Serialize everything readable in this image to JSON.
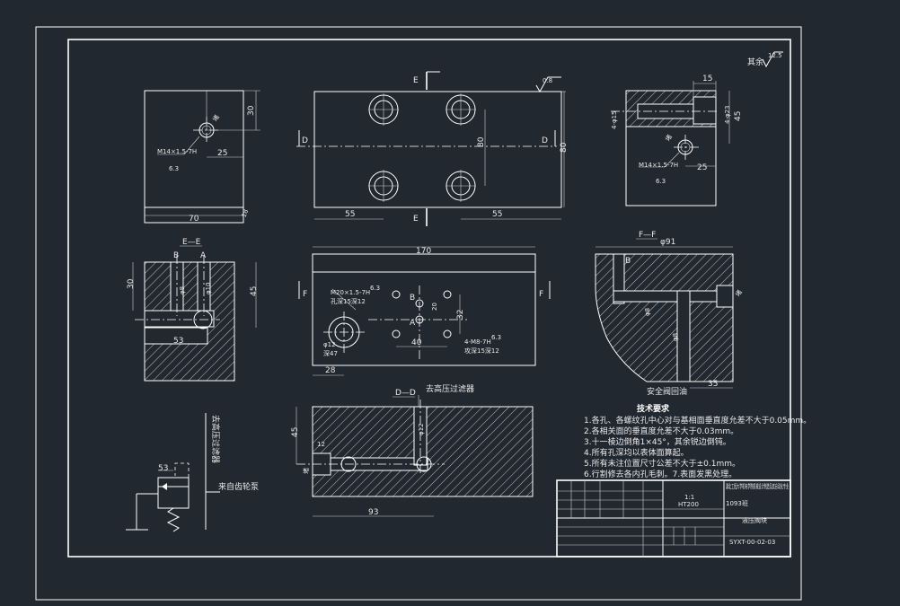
{
  "roughness_note": {
    "label": "其余",
    "value": "12.5"
  },
  "views": {
    "left_top": {
      "thread": "M14×1.5-7H",
      "rough": "6.3",
      "dims": [
        "30",
        "25",
        "70",
        "18"
      ],
      "mark": "堵"
    },
    "front": {
      "section_label_top": "E",
      "section_label_bottom": "E",
      "side_label": "D",
      "rough": "0.8",
      "dims": [
        "55",
        "55",
        "80",
        "80"
      ]
    },
    "right_top": {
      "dims": [
        "15",
        "4-φ23",
        "4-φ15",
        "45",
        "25"
      ],
      "thread": "M14×1.5-7H",
      "rough": "6.3",
      "mark": "堵"
    },
    "ee": {
      "title": "E—E",
      "labels": [
        "B",
        "A"
      ],
      "dims": [
        "30",
        "45",
        "53",
        "φ8",
        "φ10"
      ]
    },
    "top": {
      "dims": [
        "170",
        "40",
        "28",
        "32",
        "20"
      ],
      "notes": [
        "M20×1.5-7H",
        "孔深15深12",
        "φ12",
        "深47",
        "4-M8-7H",
        "攻深15深12"
      ],
      "labels": [
        "B",
        "A",
        "F",
        "F"
      ],
      "rough": [
        "6.3",
        "6.3"
      ]
    },
    "ff": {
      "title": "F—F",
      "dims": [
        "φ91",
        "φ8",
        "φ8",
        "35"
      ],
      "labels": [
        "B"
      ],
      "mark": "堵",
      "caption": "安全阀回油"
    },
    "dd": {
      "title": "D—D",
      "caption": "去高压过滤器",
      "dims": [
        "45",
        "φ12",
        "12",
        "93"
      ],
      "mark": "堵"
    },
    "schematic": {
      "label_top": "去高压过滤器",
      "label_bottom": "来自齿轮泵",
      "dim": "53"
    }
  },
  "tech_requirements": {
    "title": "技术要求",
    "items": [
      "1.各孔、各螺纹孔中心对与基相面垂直度允差不大于0.05mm。",
      "2.各相关面的垂直度允差不大于0.03mm。",
      "3.十一棱边倒角1×45°，其余锐边倒钝。",
      "4.所有孔深均以表体面算起。",
      "5.所有未注位置尺寸公差不大于±0.1mm。",
      "6.行割修去各内孔毛刺。7.表面发黑处理。"
    ]
  },
  "title_block": {
    "school": "湖北工程大学机电学院机械设计制造及其自动化专业",
    "cls": "1093班",
    "scale": "1:1",
    "material": "HT200",
    "drawing_name": "液压阀块",
    "drawing_no": "SYXT-00-02-03"
  }
}
